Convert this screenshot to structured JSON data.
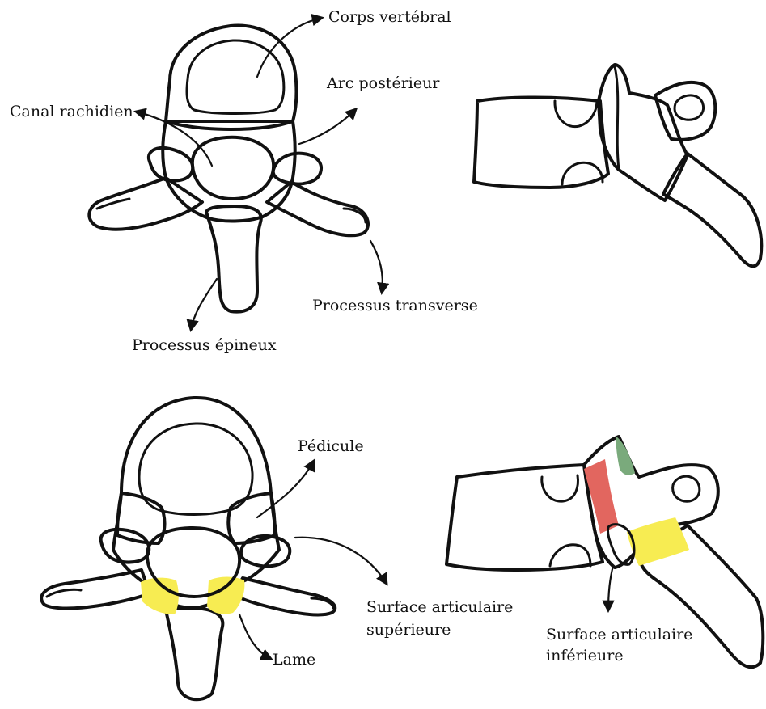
{
  "colors": {
    "corps": "#e055b8",
    "arc": "#4f93e3",
    "transverse": "#e39d52",
    "epineux": "#4ede7a",
    "pedicule": "#e2665f",
    "surface_sup": "#7aaa7c",
    "lame": "#f7ec52",
    "surface_inf": "#d582ea",
    "outline": "#111111",
    "background": "#ffffff"
  },
  "labels": {
    "corps_vertebral": "Corps vertébral",
    "arc_posterieur": "Arc postérieur",
    "canal_rachidien": "Canal rachidien",
    "processus_transverse": "Processus transverse",
    "processus_epineux": "Processus épineux",
    "pedicule": "Pédicule",
    "surface_sup_line1": "Surface articulaire",
    "surface_sup_line2": "supérieure",
    "lame": "Lame",
    "surface_inf_line1": "Surface articulaire",
    "surface_inf_line2": "inférieure"
  }
}
